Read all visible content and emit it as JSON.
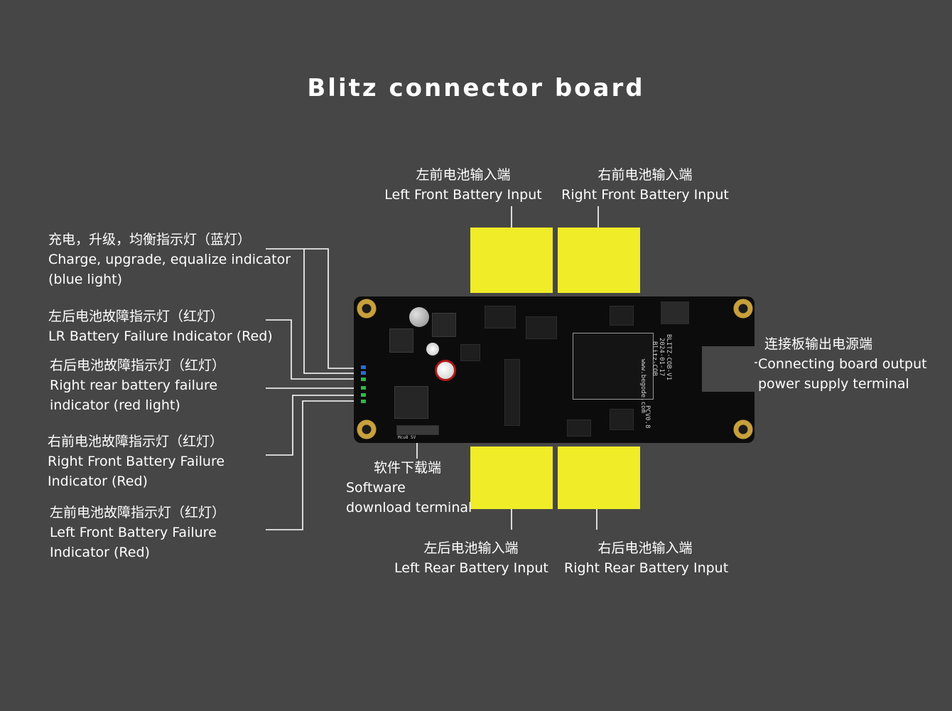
{
  "title": "Blitz connector board",
  "labels": {
    "left_front_input": {
      "zh": "左前电池输入端",
      "en": "Left Front Battery Input"
    },
    "right_front_input": {
      "zh": "右前电池输入端",
      "en": "Right Front Battery Input"
    },
    "left_rear_input": {
      "zh": "左后电池输入端",
      "en": "Left Rear Battery Input"
    },
    "right_rear_input": {
      "zh": "右后电池输入端",
      "en": "Right Rear Battery Input"
    },
    "charge_indicator": {
      "zh": "充电，升级，均衡指示灯（蓝灯）",
      "en1": "Charge, upgrade, equalize indicator",
      "en2": "(blue light)"
    },
    "lr_failure": {
      "zh": "左后电池故障指示灯（红灯）",
      "en1": "LR Battery Failure Indicator (Red)"
    },
    "rr_failure": {
      "zh": "右后电池故障指示灯（红灯）",
      "en1": "Right rear battery failure",
      "en2": "indicator (red light)"
    },
    "rf_failure": {
      "zh": "右前电池故障指示灯（红灯）",
      "en1": "Right Front Battery Failure",
      "en2": "Indicator (Red)"
    },
    "lf_failure": {
      "zh": "左前电池故障指示灯（红灯）",
      "en1": "Left Front Battery Failure",
      "en2": "Indicator (Red)"
    },
    "output_terminal": {
      "zh": "连接板输出电源端",
      "en1": "Connecting board output",
      "en2": "power supply terminal"
    },
    "software_download": {
      "zh": "软件下载端",
      "en1": "Software",
      "en2": "download terminal"
    }
  },
  "board_silkscreen": {
    "url": "www.begode.com",
    "model": "BLITZ-COB-V1",
    "date": "2024-01-17",
    "name": "Blitz-COB",
    "pcb": "PCV0.8",
    "header": "Mcu8 5V"
  },
  "colors": {
    "background": "#464646",
    "board": "#0c0c0c",
    "connector": "#f0ec28",
    "leader_line": "#ffffff",
    "pad_gold": "#c8a03c",
    "led_blue": "#2a6bd6",
    "led_green": "#2fb84a"
  }
}
